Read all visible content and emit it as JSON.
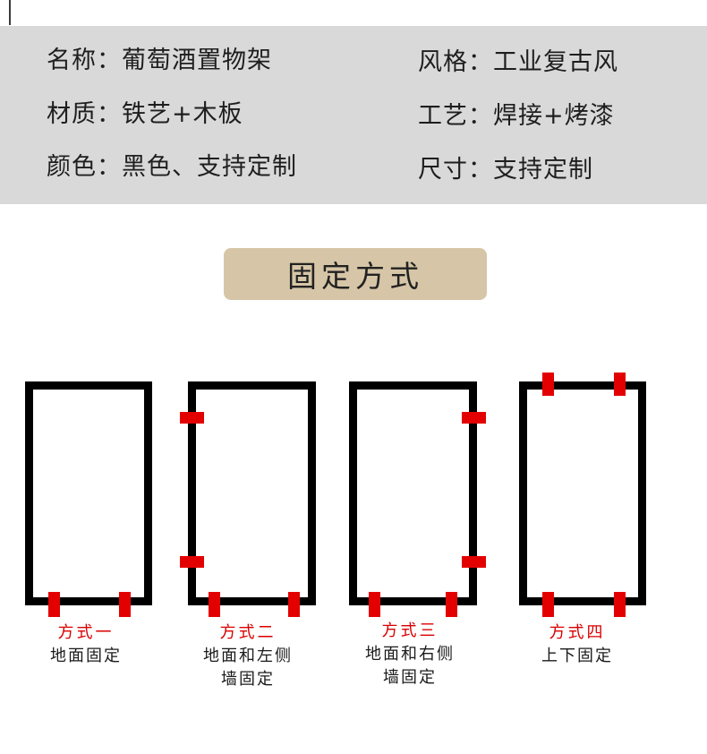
{
  "specs": {
    "name": {
      "key": "名称：",
      "value": "葡萄酒置物架"
    },
    "style": {
      "key": "风格：",
      "value": "工业复古风"
    },
    "material": {
      "key": "材质：",
      "value": "铁艺+木板"
    },
    "craft": {
      "key": "工艺：",
      "value": "焊接+烤漆"
    },
    "color": {
      "key": "颜色：",
      "value": "黑色、支持定制"
    },
    "size": {
      "key": "尺寸：",
      "value": "支持定制"
    }
  },
  "section_title": "固定方式",
  "methods": [
    {
      "label": "方式一",
      "desc": [
        "地面固定"
      ]
    },
    {
      "label": "方式二",
      "desc": [
        "地面和左侧",
        "墙固定"
      ]
    },
    {
      "label": "方式三",
      "desc": [
        "地面和右侧",
        "墙固定"
      ]
    },
    {
      "label": "方式四",
      "desc": [
        "上下固定"
      ]
    }
  ],
  "colors": {
    "panel": "#d9d9d9",
    "title_box": "#d6c6a7",
    "frame": "#000000",
    "marker": "#e30000",
    "label_red": "#d90000"
  }
}
